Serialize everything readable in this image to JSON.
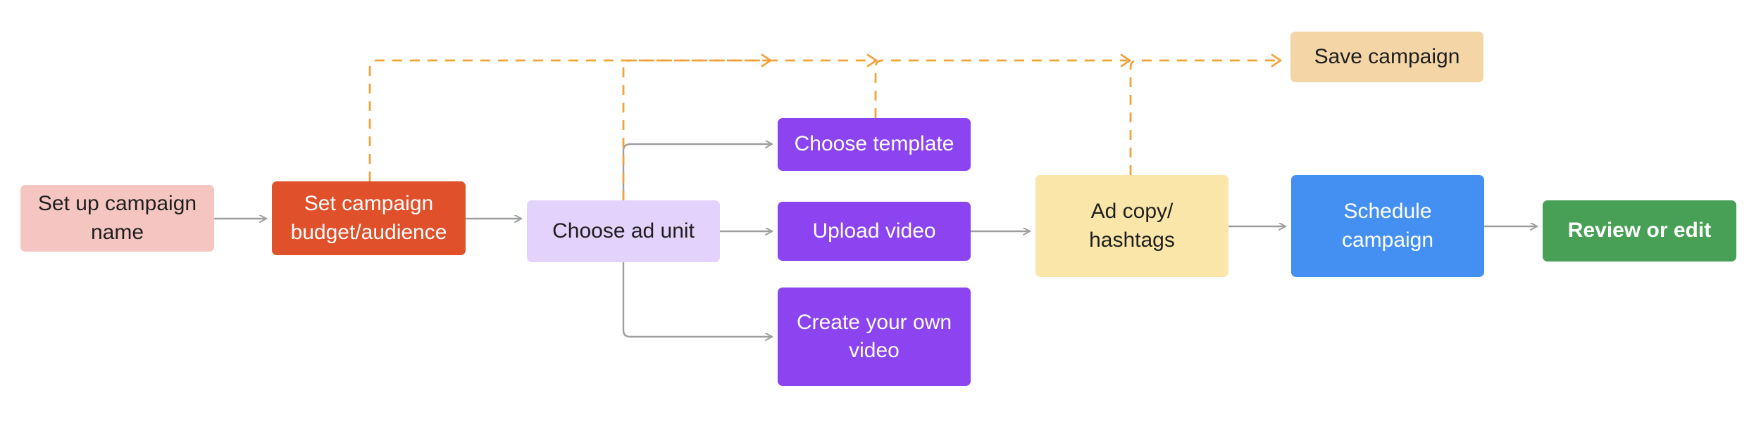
{
  "diagram": {
    "title": "Ad campaign creation flowchart",
    "background": "#ffffff",
    "nodes": [
      {
        "id": "setup-name",
        "label": "Set up campaign\nname",
        "color": "#f5c6c1",
        "text_color": "#1f1f1f"
      },
      {
        "id": "budget",
        "label": "Set campaign\nbudget/audience",
        "color": "#e0502a",
        "text_color": "#ffffff"
      },
      {
        "id": "ad-unit",
        "label": "Choose ad unit",
        "color": "#e3d2fb",
        "text_color": "#1f1f1f"
      },
      {
        "id": "template",
        "label": "Choose template",
        "color": "#8b44f0",
        "text_color": "#ffffff"
      },
      {
        "id": "upload",
        "label": "Upload video",
        "color": "#8b44f0",
        "text_color": "#ffffff"
      },
      {
        "id": "create",
        "label": "Create your own\nvideo",
        "color": "#8b44f0",
        "text_color": "#ffffff"
      },
      {
        "id": "adcopy",
        "label": "Ad copy/\nhashtags",
        "color": "#fae6a8",
        "text_color": "#1f1f1f"
      },
      {
        "id": "schedule",
        "label": "Schedule\ncampaign",
        "color": "#4490f2",
        "text_color": "#ffffff"
      },
      {
        "id": "review",
        "label": "Review or edit",
        "color": "#47a055",
        "text_color": "#ffffff"
      },
      {
        "id": "save",
        "label": "Save campaign",
        "color": "#f4d5a6",
        "text_color": "#1f1f1f"
      }
    ],
    "edges": {
      "solid_color": "#9e9e9e",
      "dashed_color": "#f0a33c",
      "solid": [
        {
          "from": "setup-name",
          "to": "budget"
        },
        {
          "from": "budget",
          "to": "ad-unit"
        },
        {
          "from": "ad-unit",
          "to": "template"
        },
        {
          "from": "ad-unit",
          "to": "upload"
        },
        {
          "from": "ad-unit",
          "to": "create"
        },
        {
          "from": "upload",
          "to": "adcopy"
        },
        {
          "from": "adcopy",
          "to": "schedule"
        },
        {
          "from": "schedule",
          "to": "review"
        }
      ],
      "dashed": [
        {
          "from": "budget",
          "to": "save"
        },
        {
          "from": "ad-unit",
          "to": "save"
        },
        {
          "from": "template",
          "to": "save"
        },
        {
          "from": "adcopy",
          "to": "save"
        }
      ]
    }
  }
}
